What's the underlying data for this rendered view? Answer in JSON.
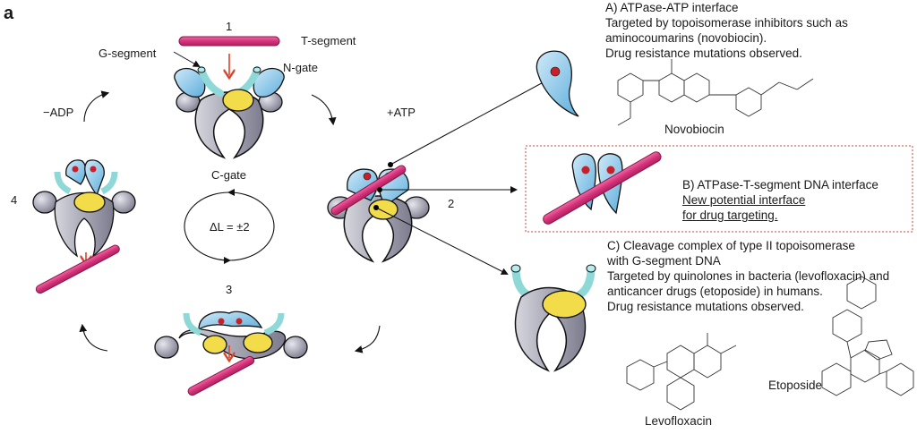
{
  "figure": {
    "panel_label": "a",
    "stages": {
      "s1": "1",
      "s2": "2",
      "s3": "3",
      "s4": "4"
    },
    "labels": {
      "t_segment": "T-segment",
      "g_segment": "G-segment",
      "n_gate": "N-gate",
      "c_gate": "C-gate",
      "minus_adp": "−ADP",
      "plus_atp": "+ATP",
      "linking": "ΔL = ±2"
    },
    "colors": {
      "dna": "#d6337a",
      "atpase": "#7ec0e8",
      "gate_arm": "#8fd8d8",
      "toprim": "#f2dc4a",
      "core": "#a3a3b3",
      "atp": "#c8202a",
      "arrow_red": "#d9452b",
      "box_border": "#d04a3a"
    }
  },
  "interfaces": {
    "a": {
      "title": "A) ATPase-ATP interface",
      "lines": [
        "Targeted by topoisomerase inhibitors such as",
        "aminocoumarins (novobiocin).",
        "Drug resistance mutations observed."
      ],
      "drug": "Novobiocin"
    },
    "b": {
      "title": "B) ATPase-T-segment DNA interface",
      "lines": [
        "New potential interface",
        "for drug targeting."
      ]
    },
    "c": {
      "title": "C) Cleavage complex of type II topoisomerase",
      "lines": [
        "with G-segment DNA",
        "Targeted by quinolones in bacteria (levofloxacin) and",
        "anticancer drugs (etoposide) in humans.",
        "Drug resistance mutations observed."
      ],
      "drugs": [
        "Levofloxacin",
        "Etoposide"
      ]
    }
  }
}
